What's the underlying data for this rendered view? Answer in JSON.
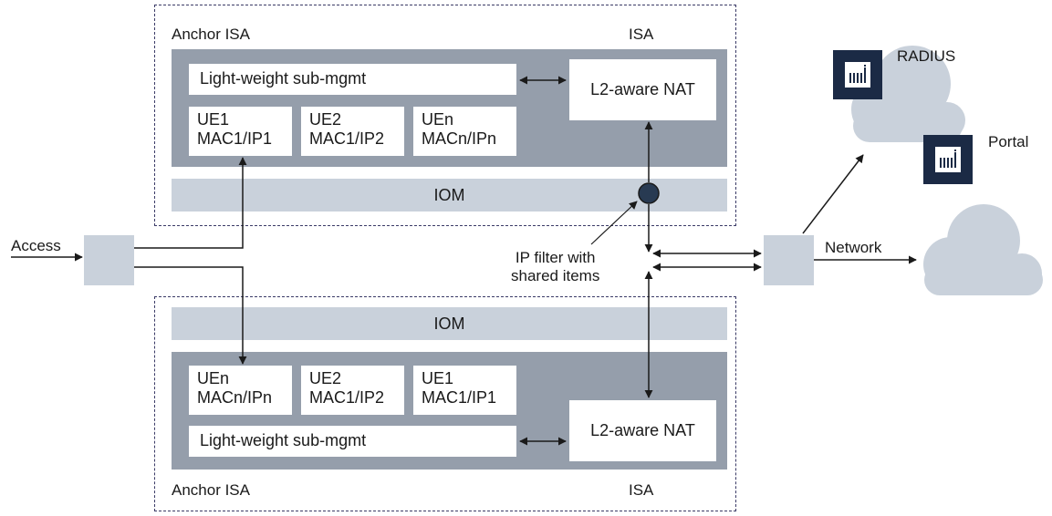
{
  "top": {
    "anchor_label": "Anchor ISA",
    "isa_label": "ISA",
    "sub_mgmt": "Light-weight sub-mgmt",
    "nat": "L2-aware NAT",
    "iom": "IOM",
    "ue": [
      {
        "line1": "UE1",
        "line2": "MAC1/IP1"
      },
      {
        "line1": "UE2",
        "line2": "MAC1/IP2"
      },
      {
        "line1": "UEn",
        "line2": "MACn/IPn"
      }
    ]
  },
  "bottom": {
    "anchor_label": "Anchor ISA",
    "isa_label": "ISA",
    "sub_mgmt": "Light-weight sub-mgmt",
    "nat": "L2-aware NAT",
    "iom": "IOM",
    "ue": [
      {
        "line1": "UEn",
        "line2": "MACn/IPn"
      },
      {
        "line1": "UE2",
        "line2": "MAC1/IP2"
      },
      {
        "line1": "UE1",
        "line2": "MAC1/IP1"
      }
    ]
  },
  "access_label": "Access",
  "network_label": "Network",
  "ip_filter": {
    "line1": "IP filter with",
    "line2": "shared items"
  },
  "radius_label": "RADIUS",
  "portal_label": "Portal",
  "colors": {
    "isa_fill": "#959eab",
    "iom_fill": "#c9d1db",
    "cloud_fill": "#c9d1db",
    "server_icon": "#1b2a45",
    "dashed_border": "#3a3a66"
  }
}
